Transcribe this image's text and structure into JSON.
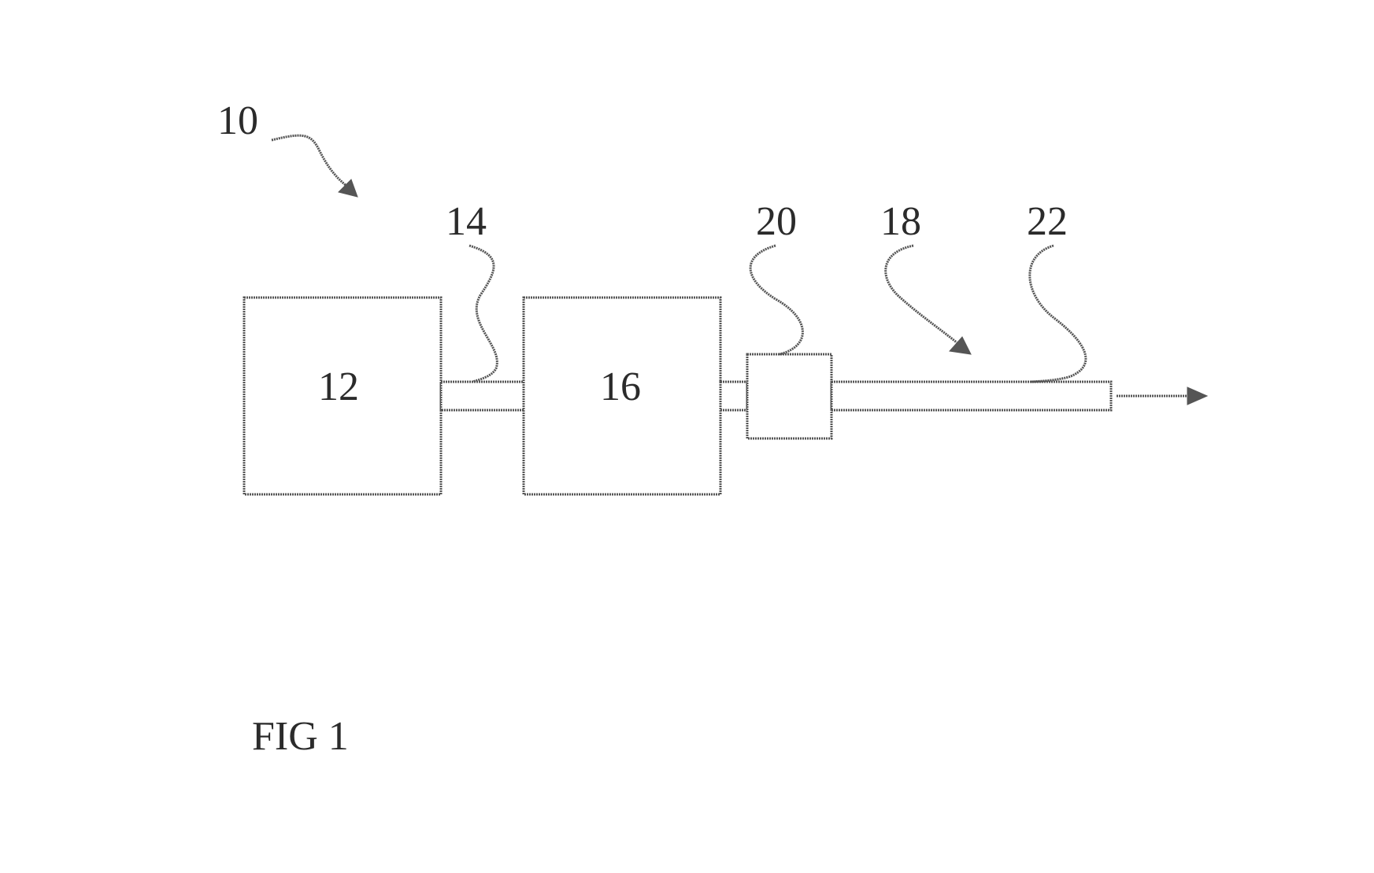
{
  "diagram": {
    "labels": {
      "system": "10",
      "block_a": "12",
      "conduit_a": "14",
      "block_b": "16",
      "assembly": "18",
      "fitting": "20",
      "outlet_tube": "22"
    },
    "caption": "FIG 1",
    "colors": {
      "stroke": "#555555",
      "text": "#2b2b2b",
      "background": "#ffffff"
    }
  }
}
